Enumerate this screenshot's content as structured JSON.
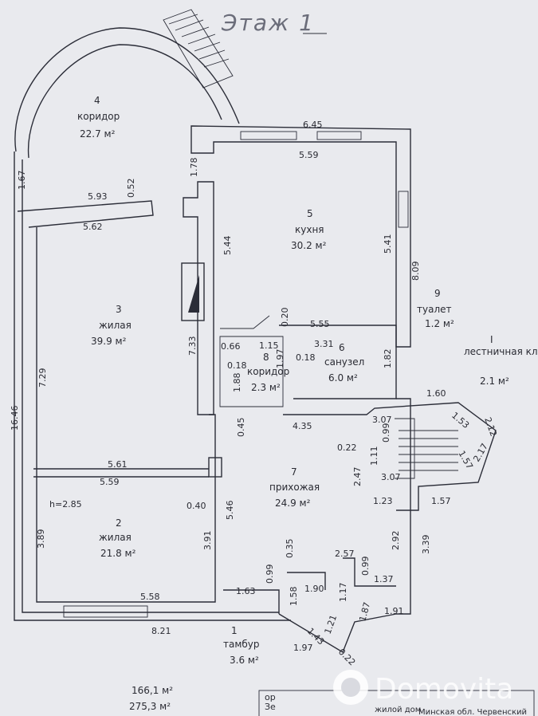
{
  "header": {
    "title": "Этаж 1"
  },
  "rooms": [
    {
      "number": "1",
      "name": "тамбур",
      "area": "3.6 м²"
    },
    {
      "number": "2",
      "name": "жилая",
      "area": "21.8 м²"
    },
    {
      "number": "3",
      "name": "жилая",
      "area": "39.9 м²"
    },
    {
      "number": "4",
      "name": "коридор",
      "area": "22.7 м²"
    },
    {
      "number": "5",
      "name": "кухня",
      "area": "30.2 м²"
    },
    {
      "number": "6",
      "name": "санузел",
      "area": "6.0 м²"
    },
    {
      "number": "7",
      "name": "прихожая",
      "area": "24.9 м²"
    },
    {
      "number": "8",
      "name": "коридор",
      "area": "2.3 м²"
    },
    {
      "number": "9",
      "name": "туалет",
      "area": "1.2 м²"
    },
    {
      "number": "I",
      "name": "лестничная клетка",
      "area": "2.1 м²"
    }
  ],
  "ceiling_height": "h=2.85",
  "dimensions": [
    "6.45",
    "5.59",
    "1.78",
    "5.93",
    "0.52",
    "1.67",
    "5.62",
    "5.44",
    "5.41",
    "8.09",
    "0.20",
    "5.55",
    "0.66",
    "1.15",
    "3.31",
    "1.97",
    "0.18",
    "0.18",
    "1.88",
    "1.82",
    "1.60",
    "3.07",
    "1.53",
    "2.12",
    "0.99",
    "0.22",
    "1.11",
    "2.47",
    "1.57",
    "2.17",
    "3.07",
    "1.23",
    "1.57",
    "7.33",
    "7.29",
    "16.46",
    "0.45",
    "4.35",
    "5.61",
    "5.59",
    "0.40",
    "5.46",
    "3.89",
    "3.91",
    "0.35",
    "2.57",
    "0.99",
    "0.99",
    "1.90",
    "1.17",
    "1.37",
    "2.92",
    "3.39",
    "1.63",
    "1.58",
    "1.87",
    "1.91",
    "1.21",
    "1.43",
    "0.22",
    "1.97",
    "5.58",
    "8.21"
  ],
  "totals": {
    "area_1": "166,1 м²",
    "area_2": "275,3 м²"
  },
  "footer": {
    "partial_left": "Зе",
    "partial_left2": "ор",
    "partial_right": "Минская обл. Червенский",
    "partial_right2": "жилой дом"
  },
  "watermark": {
    "brand": "Domovita"
  },
  "colors": {
    "paper": "#e9eaee",
    "ink": "#2a2b33",
    "watermark": "#ffffff"
  }
}
